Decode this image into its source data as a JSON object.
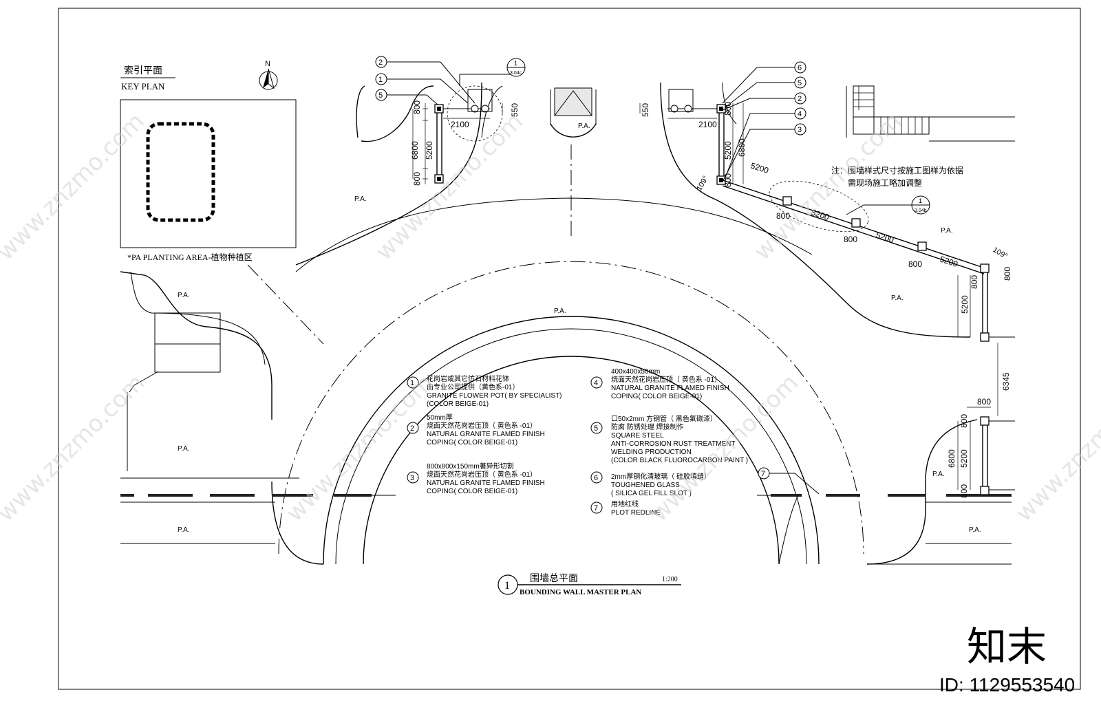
{
  "key_plan": {
    "title_cn": "索引平面",
    "title_en": "KEY PLAN",
    "north": "N"
  },
  "pa_note": "*PA   PLANTING AREA-植物种植区",
  "pa_label": "P.A.",
  "note": {
    "line1": "注：围墙样式尺寸按施工图样为依据",
    "line2": "需现场施工略加调整"
  },
  "detail_refs": [
    {
      "num": "1",
      "sheet": "3.04c"
    },
    {
      "num": "1",
      "sheet": "3.04b"
    }
  ],
  "callouts_left": [
    "2",
    "1",
    "5"
  ],
  "callouts_right": [
    "6",
    "5",
    "2",
    "4",
    "3"
  ],
  "callout_plot": "7",
  "dims": {
    "d550": "550",
    "d800": "800",
    "d2100": "2100",
    "d5200": "5200",
    "d6800": "6800",
    "d6345": "6345",
    "a109": "109°"
  },
  "legend": [
    {
      "num": "1",
      "lines": [
        "花岗岩或其它仿石材料花钵",
        "由专业公司提供（黄色系-01）",
        "GRANITE FLOWER POT( BY SPECIALIST)",
        "(COLOR  BEIGE-01)"
      ]
    },
    {
      "num": "2",
      "lines": [
        "50mm厚",
        "烧面天然花岗岩压顶（ 黄色系 -01）",
        "NATURAL GRANITE FLAMED FINISH",
        "COPING( COLOR BEIGE-01)"
      ]
    },
    {
      "num": "3",
      "lines": [
        "800x800x150mm著异形切割",
        "烧面天然花岗岩压顶（ 黄色系 -01）",
        "NATURAL GRANITE FLAMED FINISH",
        "COPING( COLOR BEIGE-01)"
      ]
    },
    {
      "num": "4",
      "lines": [
        "400x400x50mm",
        "烧面天然花岗岩压顶（ 黄色系 -01）",
        "NATURAL GRANITE FLAMED FINISH",
        "COPING( COLOR BEIGE-01)"
      ]
    },
    {
      "num": "5",
      "lines": [
        "口50x2mm 方钢管（ 黑色氟碳漆）",
        "防腐 防锈处理  焊接制作",
        "SQUARE STEEL",
        "ANTI-CORROSION RUST TREATMENT",
        "WELDING PRODUCTION",
        "(COLOR BLACK FLUOROCARBON PAINT )"
      ]
    },
    {
      "num": "6",
      "lines": [
        "2mm厚钢化清玻璃（ 硅胶填缝）",
        "TOUGHENED GLASS",
        "( SILICA GEL FILL SLOT )"
      ]
    },
    {
      "num": "7",
      "lines": [
        "用地红线",
        "PLOT REDLINE"
      ]
    }
  ],
  "title_block": {
    "num": "1",
    "title_cn": "围墙总平面",
    "scale": "1:200",
    "title_en": "BOUNDING WALL MASTER PLAN"
  },
  "watermark": {
    "brand": "知末",
    "id": "ID: 1129553540",
    "site": "www.znzmo.com"
  }
}
